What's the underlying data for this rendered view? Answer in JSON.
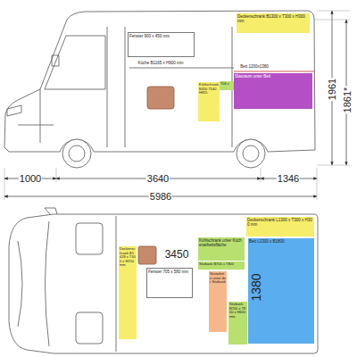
{
  "diagram": {
    "nodes": [
      {
        "text": [
          "Deckenschrank B1300 x T300 x H300 mm"
        ]
      },
      {
        "text": [
          "Fenster 900 x 450 mm"
        ]
      },
      {
        "text": [
          "Kühlschrank B450 T540 H825"
        ]
      },
      {
        "text": [
          "706 x"
        ]
      },
      {
        "text": [
          "Stauraum unter Bett"
        ]
      },
      {
        "text": [
          "Deckenschrank B1428 x T300 x H250 mm"
        ]
      },
      {
        "text": [
          "Fenster 705 x 580 mm"
        ]
      },
      {
        "text": [
          "Kühlschrank unter Küchenarbeitsfläche"
        ]
      },
      {
        "text": [
          "Deckenschrank L1300 x T300 x H300 mm"
        ]
      },
      {
        "text": [
          "Sitzbank B700 x T800"
        ]
      },
      {
        "text": [
          "Sitztoilette unter der Sitzbank"
        ]
      },
      {
        "text": [
          "Bett L1300 x B1800"
        ]
      },
      {
        "text": [
          "Sitzbank B700 x T800 x H600 mm"
        ]
      }
    ],
    "labels": [
      "Küche B1165 x H900 mm",
      "Bett 1200x1380",
      "1000",
      "3640",
      "1346",
      "5986",
      "1961",
      "1861*",
      "3450",
      "1380"
    ]
  }
}
